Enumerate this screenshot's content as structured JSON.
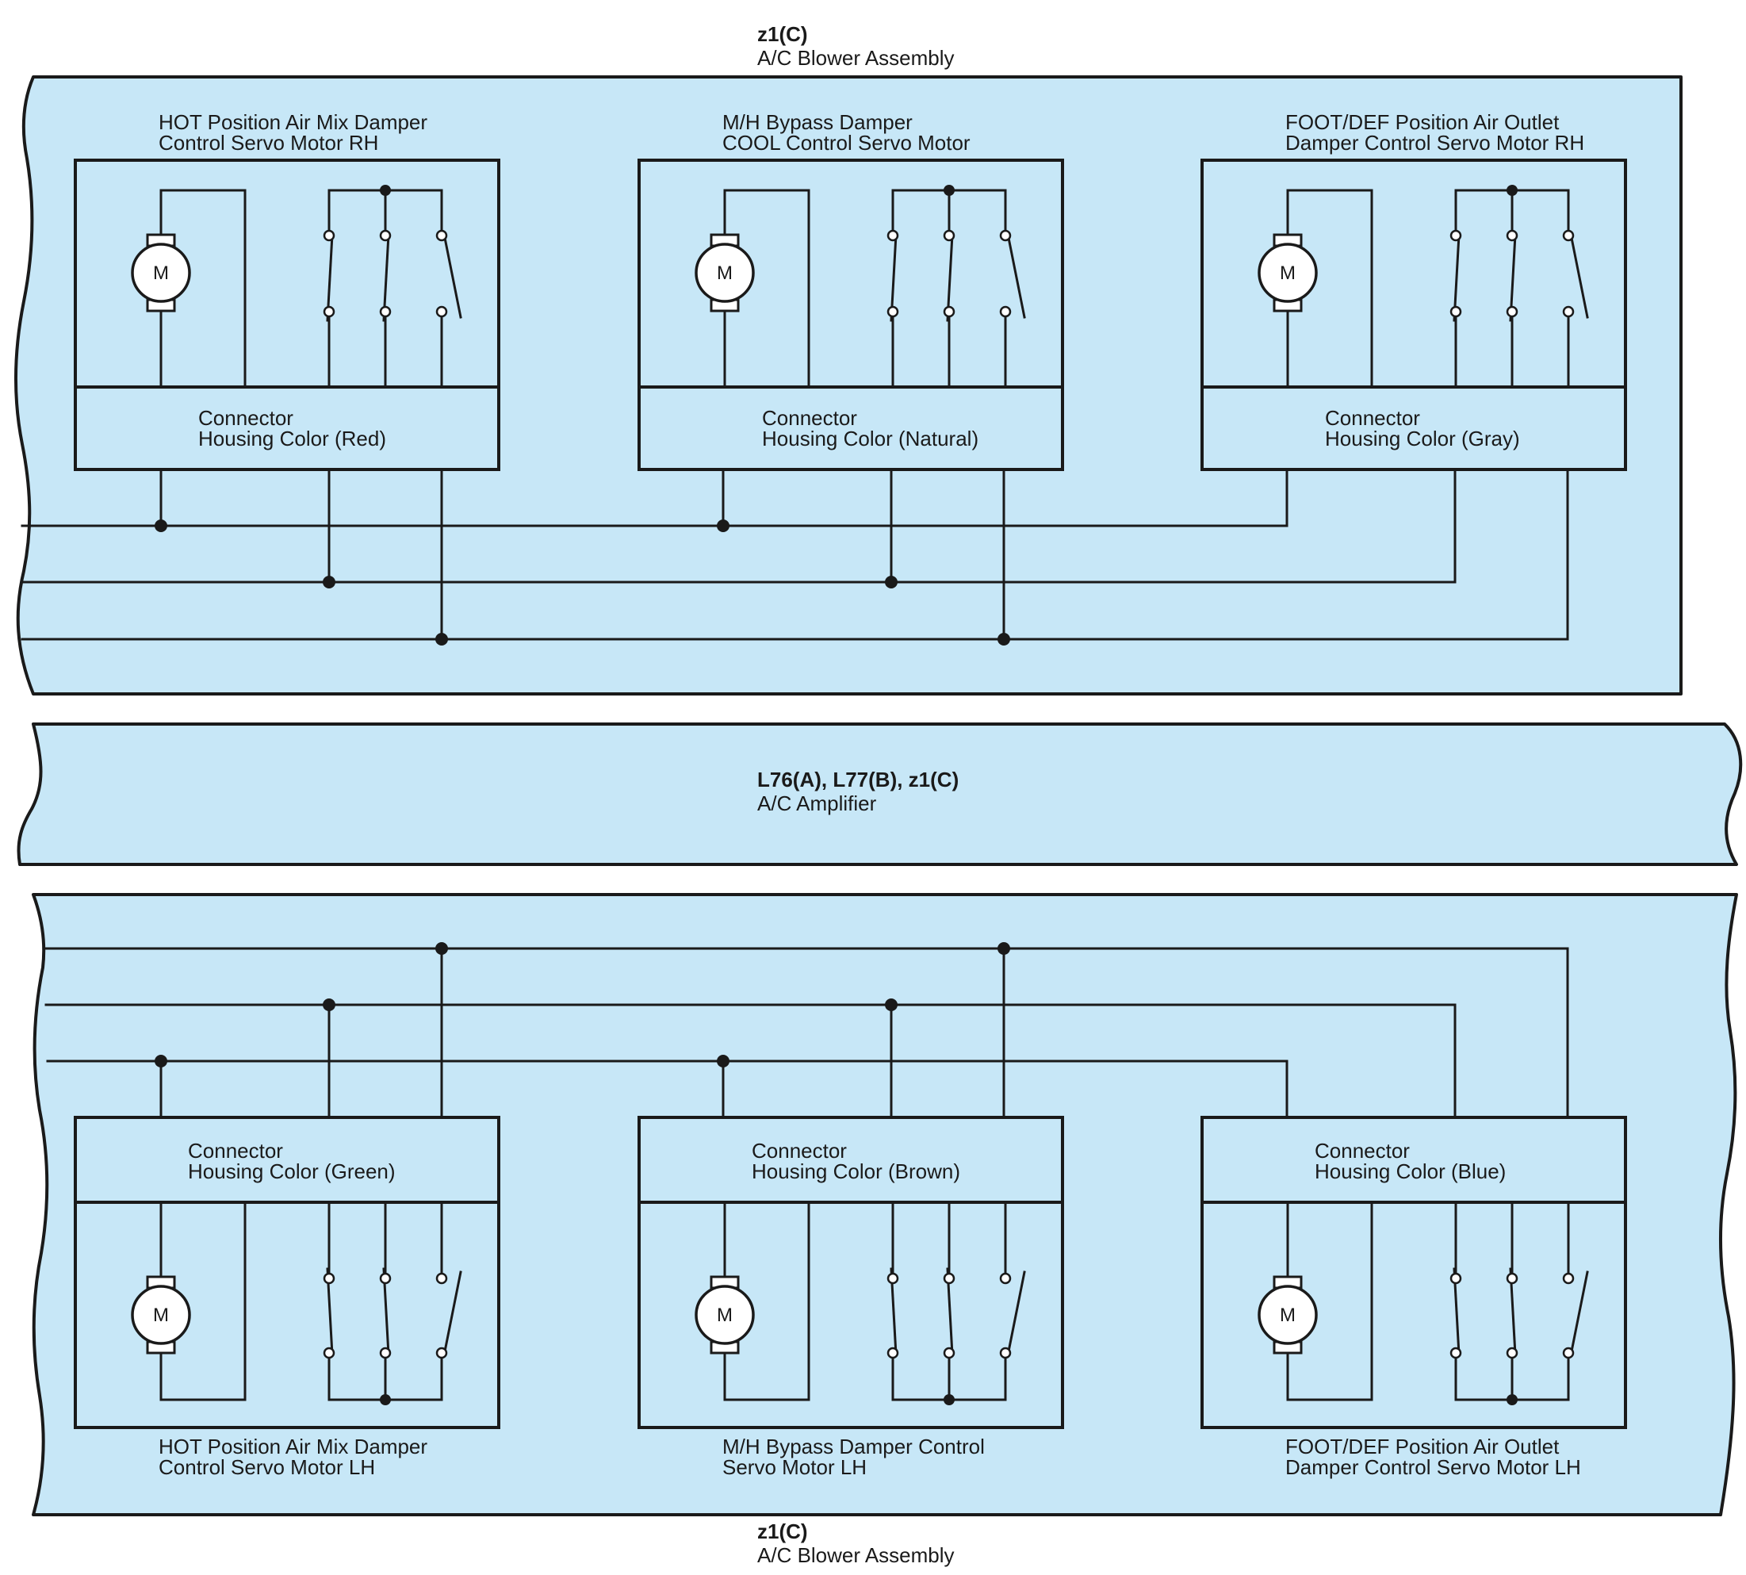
{
  "top_assembly": {
    "code": "z1(C)",
    "name": "A/C Blower Assembly"
  },
  "amplifier": {
    "code": "L76(A), L77(B), z1(C)",
    "name": "A/C Amplifier"
  },
  "bottom_assembly": {
    "code": "z1(C)",
    "name": "A/C Blower Assembly"
  },
  "motor_symbol_letter": "M",
  "top_motors": [
    {
      "title_line1": "HOT Position Air Mix Damper",
      "title_line2": "Control Servo Motor RH",
      "connector_line1": "Connector",
      "connector_line2": "Housing Color (Red)"
    },
    {
      "title_line1": "M/H Bypass Damper",
      "title_line2": "COOL Control Servo Motor",
      "connector_line1": "Connector",
      "connector_line2": "Housing Color (Natural)"
    },
    {
      "title_line1": "FOOT/DEF Position Air Outlet",
      "title_line2": "Damper Control Servo Motor RH",
      "connector_line1": "Connector",
      "connector_line2": "Housing Color (Gray)"
    }
  ],
  "bottom_motors": [
    {
      "title_line1": "HOT Position Air Mix Damper",
      "title_line2": "Control Servo Motor LH",
      "connector_line1": "Connector",
      "connector_line2": "Housing Color (Green)"
    },
    {
      "title_line1": "M/H Bypass Damper Control",
      "title_line2": "Servo Motor LH",
      "connector_line1": "Connector",
      "connector_line2": "Housing Color (Brown)"
    },
    {
      "title_line1": "FOOT/DEF Position Air Outlet",
      "title_line2": "Damper Control Servo Motor LH",
      "connector_line1": "Connector",
      "connector_line2": "Housing Color (Blue)"
    }
  ],
  "colors": {
    "band_fill": "#c7e7f7",
    "line": "#1a1a1a"
  }
}
